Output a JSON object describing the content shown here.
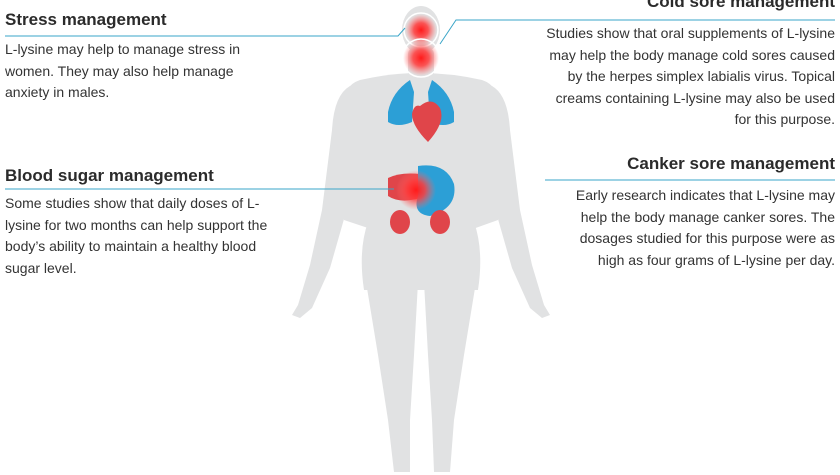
{
  "sections": {
    "stress": {
      "title": "Stress management",
      "body": "L-lysine may help to manage stress in women. They may also help manage anxiety in males."
    },
    "blood_sugar": {
      "title": "Blood sugar management",
      "body": "Some studies show that daily doses of L-lysine for two months can help support the body’s ability to maintain a healthy blood sugar level."
    },
    "cold_sore": {
      "title": "Cold sore management",
      "body": "Studies show that oral supplements of L-lysine may help the body manage cold sores caused by the herpes simplex labialis virus. Topical creams containing L-lysine may also be used for this purpose."
    },
    "canker_sore": {
      "title": "Canker sore management",
      "body": "Early research indicates that L-lysine may help the body manage canker sores. The dosages studied for this purpose were as high as four grams of L-lysine per day."
    }
  },
  "colors": {
    "accent_line": "#3aa5c8",
    "body_silhouette": "#e1e2e3",
    "organ_blue": "#2c9fd6",
    "organ_red": "#e0454a",
    "highlight_red": "#ff1a1a"
  }
}
